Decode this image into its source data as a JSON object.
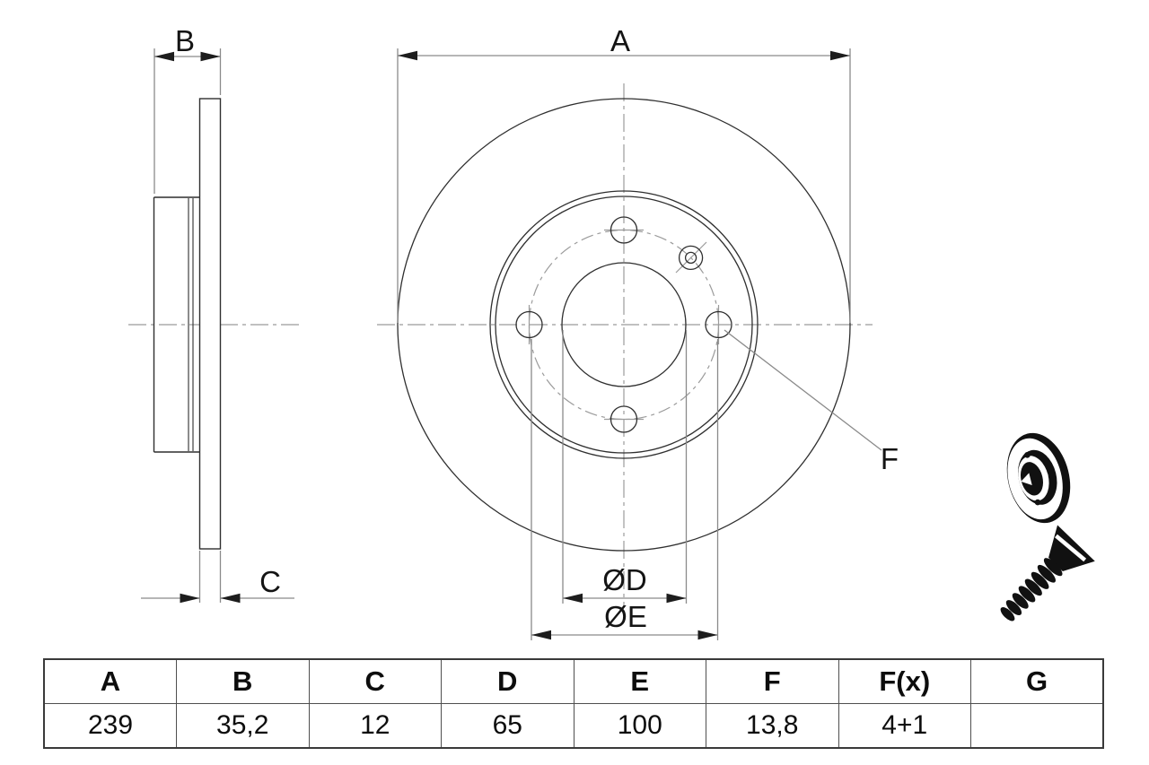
{
  "drawing": {
    "type": "brake-disc-technical-drawing",
    "views": [
      "side-section-view",
      "front-view"
    ],
    "dimension_labels": {
      "outer_diameter": "A",
      "total_width": "B",
      "disc_thickness": "C",
      "hole_leader": "F",
      "centering_diameter": "ØD",
      "bolt_circle_diameter": "ØE"
    }
  },
  "table": {
    "headers": [
      "A",
      "B",
      "C",
      "D",
      "E",
      "F",
      "F(x)",
      "G"
    ],
    "values": [
      "239",
      "35,2",
      "12",
      "65",
      "100",
      "13,8",
      "4+1",
      ""
    ]
  },
  "icons": {
    "disc_pictogram": "brake-disc-icon",
    "screw_pictogram": "countersunk-screw-icon"
  },
  "colors": {
    "outline": "#2f2f2f",
    "dimension_line": "#8a8a8a",
    "centerline": "#9b9b9b",
    "arrowhead": "#1d1d1d",
    "text": "#141414",
    "background": "#ffffff"
  }
}
